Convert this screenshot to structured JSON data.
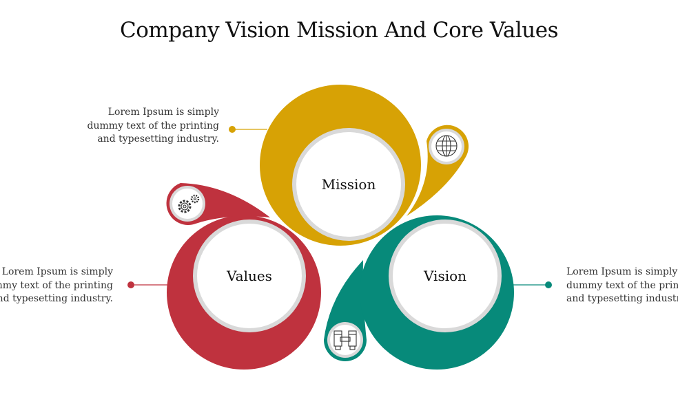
{
  "title": "Company Vision Mission And Core Values",
  "colors": {
    "mission": "#d7a205",
    "values": "#bf323e",
    "vision": "#078a7a",
    "ring": "#d9d9d9"
  },
  "items": [
    {
      "label": "Mission",
      "icon": "globe-icon",
      "desc": [
        "Lorem Ipsum is simply",
        "dummy text of the printing",
        "and typesetting industry."
      ]
    },
    {
      "label": "Values",
      "icon": "gears-icon",
      "desc": [
        "Lorem Ipsum is simply",
        "dummy text of the printing",
        "and typesetting industry."
      ]
    },
    {
      "label": "Vision",
      "icon": "binoculars-icon",
      "desc": [
        "Lorem Ipsum is simply",
        "dummy text of the printing",
        "and typesetting industry."
      ]
    }
  ]
}
